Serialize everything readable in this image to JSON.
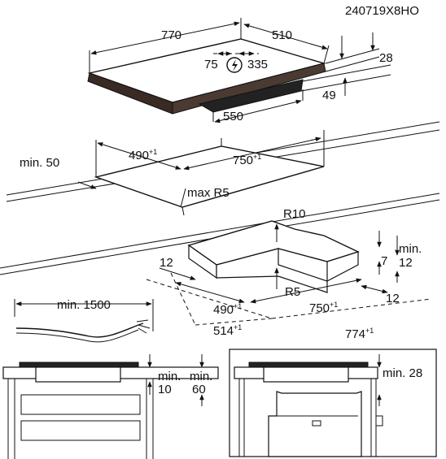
{
  "doc_code": "240719X8HO",
  "hob": {
    "width": "770",
    "depth": "510",
    "height": "49",
    "frame": "28",
    "box_depth": "550",
    "socket_a": "75",
    "socket_b": "335"
  },
  "cutout": {
    "min_edge": "min. 50",
    "depth": "490",
    "width": "750",
    "tolerance": "+1",
    "radius": "max R5"
  },
  "frame_cutout": {
    "radius_outer": "R10",
    "radius_inner": "R5",
    "rebate": "12",
    "depth_small": "7",
    "min_label": "min.",
    "min_value": "12",
    "edge": "12",
    "depth": "490",
    "width": "750",
    "outer_depth": "514",
    "outer_width": "774",
    "tolerance": "+1"
  },
  "cable": {
    "length": "min. 1500"
  },
  "install_left": {
    "gap_a_label": "min.",
    "gap_a": "10",
    "gap_b_label": "min.",
    "gap_b": "60"
  },
  "install_right": {
    "gap": "min. 28"
  }
}
